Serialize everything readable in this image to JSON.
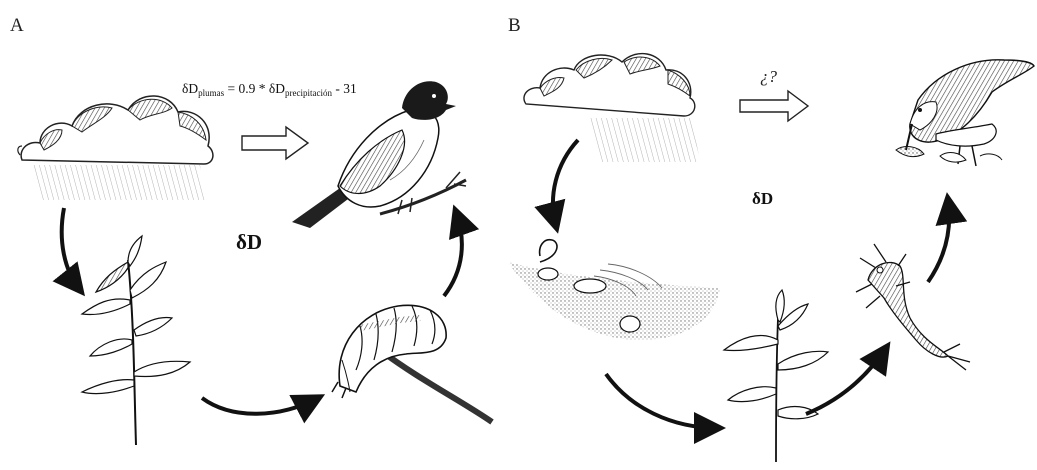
{
  "panels": {
    "a": {
      "label": "A",
      "equation": {
        "lhs_symbol": "δD",
        "lhs_sub": "plumas",
        "mid": " = 0.9 * δD",
        "rhs_sub": "precipitación",
        "tail": " - 31"
      },
      "delta_label": "δD"
    },
    "b": {
      "label": "B",
      "question": "¿?",
      "delta_label": "δD"
    }
  },
  "icons": {
    "a": [
      "rain-cloud-icon",
      "plant-icon",
      "caterpillar-icon",
      "bird-icon",
      "hollow-arrow-icon"
    ],
    "b": [
      "rain-cloud-icon",
      "water-pool-icon",
      "plant-icon",
      "aquatic-larva-icon",
      "shorebird-icon",
      "hollow-arrow-icon"
    ]
  }
}
